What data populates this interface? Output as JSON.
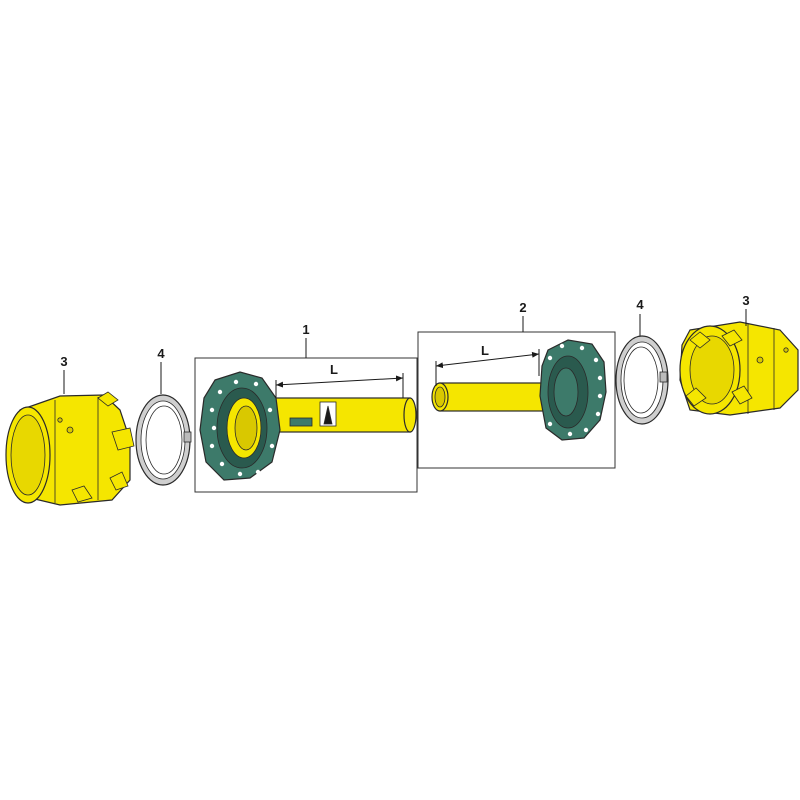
{
  "colors": {
    "yellow": "#f5e600",
    "yellow_shade": "#d9c800",
    "green": "#3d7a6a",
    "green_dark": "#2a5a4e",
    "ring_grey": "#cfcfcf",
    "line": "#1a1a1a"
  },
  "callouts": {
    "part_1": "1",
    "part_2": "2",
    "part_3_left": "3",
    "part_3_right": "3",
    "part_4_left": "4",
    "part_4_right": "4"
  },
  "dimensions": {
    "length_1": "L",
    "length_2": "L"
  }
}
